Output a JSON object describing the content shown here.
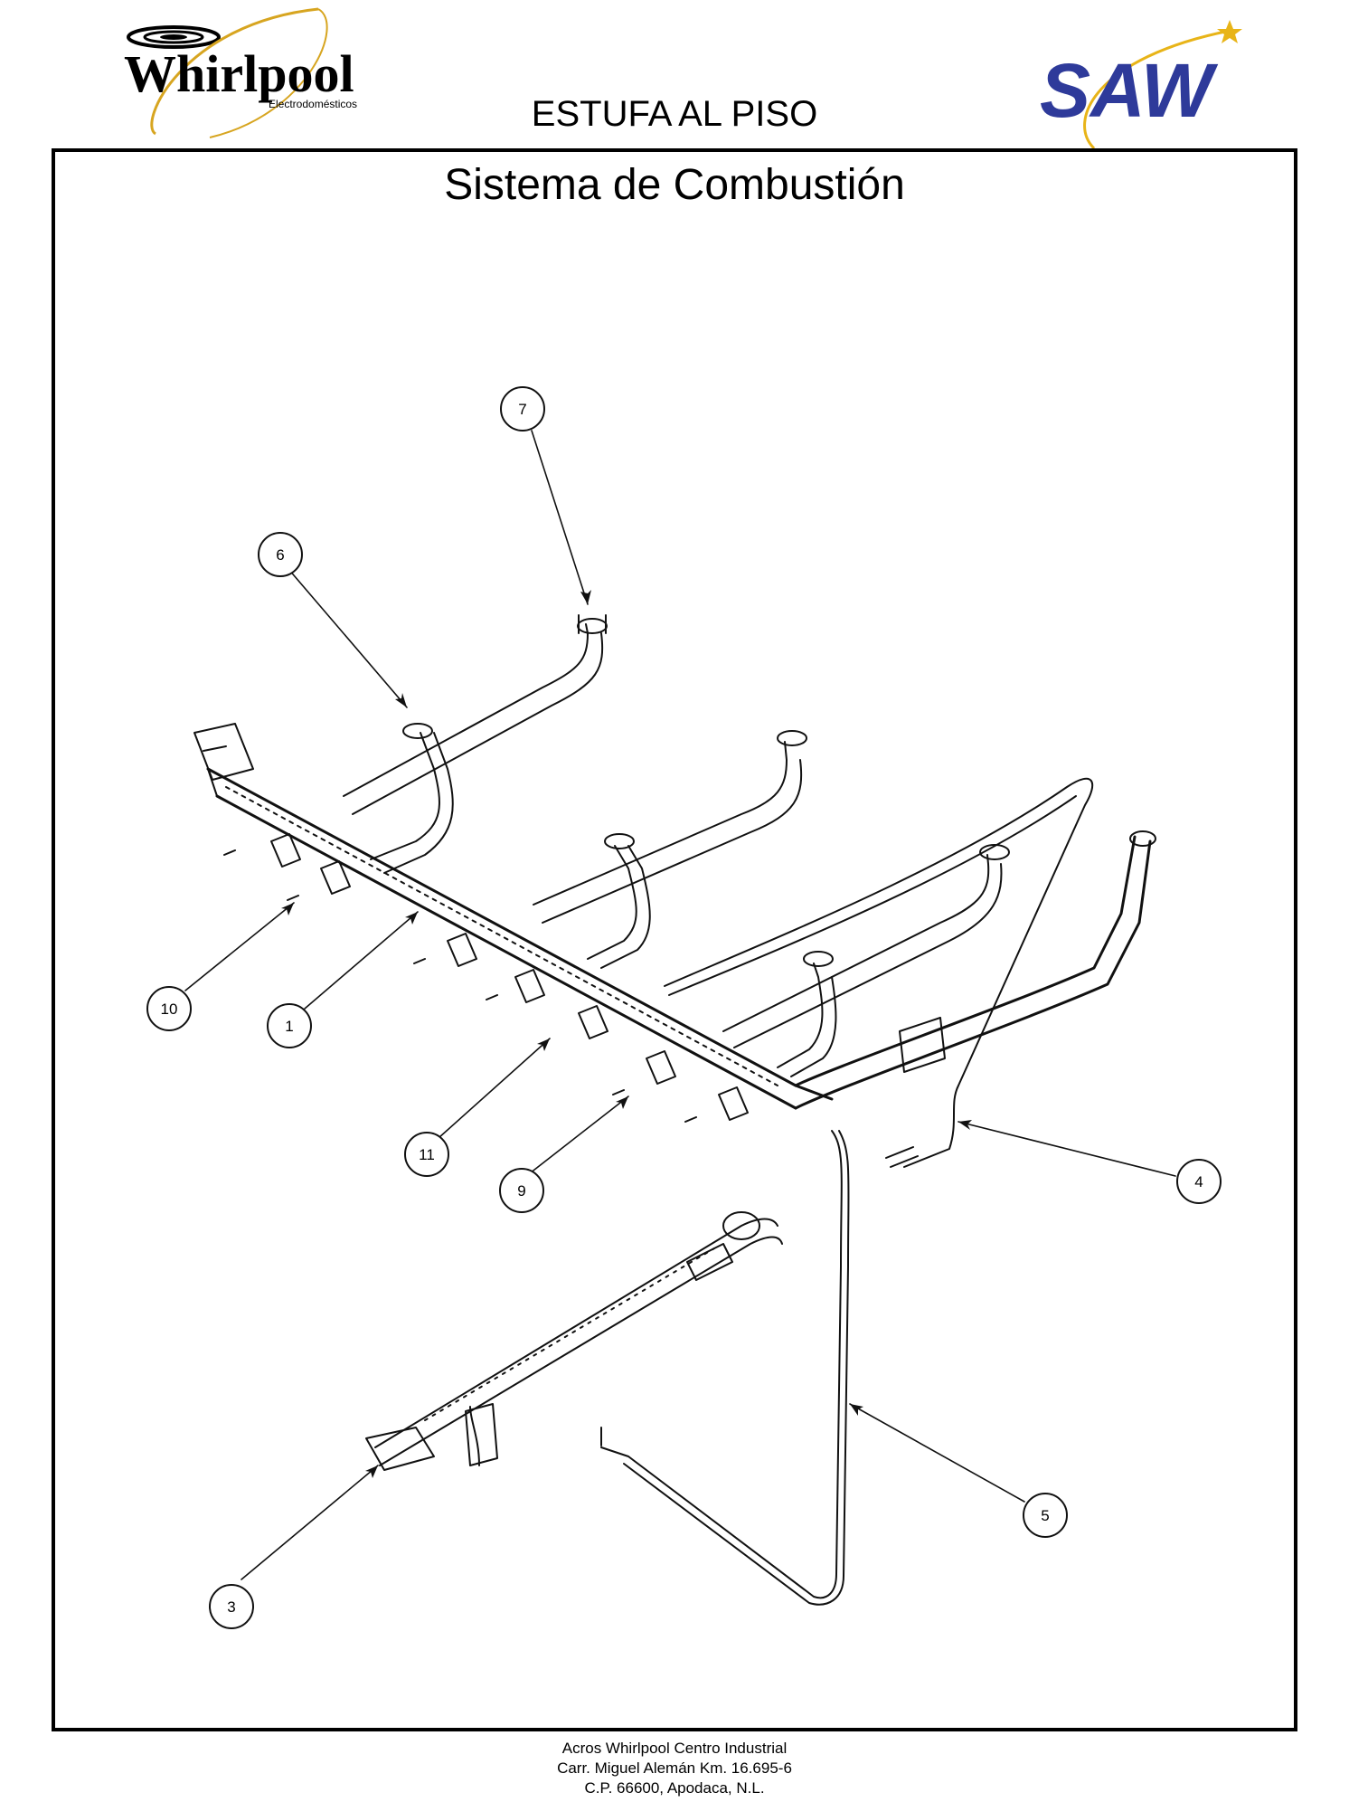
{
  "header": {
    "brand_left": "Whirlpool",
    "brand_left_sub": "Electrodomésticos",
    "brand_right": "SAW",
    "document_title": "ESTUFA AL PISO"
  },
  "section": {
    "title": "Sistema de Combustión"
  },
  "callouts": [
    {
      "label": "7"
    },
    {
      "label": "6"
    },
    {
      "label": "10"
    },
    {
      "label": "1"
    },
    {
      "label": "11"
    },
    {
      "label": "9"
    },
    {
      "label": "4"
    },
    {
      "label": "5"
    },
    {
      "label": "3"
    }
  ],
  "footer": {
    "lines": [
      "Acros Whirlpool Centro Industrial",
      "Carr. Miguel Alemán Km. 16.695-6",
      "C.P. 66600, Apodaca, N.L."
    ]
  },
  "colors": {
    "saw_blue": "#2e3a9a",
    "saw_gold": "#e8b418",
    "whirlpool_gold": "#d7a520"
  }
}
